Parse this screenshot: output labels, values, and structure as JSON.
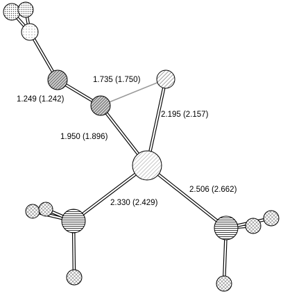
{
  "labels": {
    "bond_c_o": "1.249 (1.242)",
    "bond_c_x": "1.735 (1.750)",
    "bond_x_m": "2.195 (2.157)",
    "bond_c_m": "1.950 (1.896)",
    "bond_m_n1": "2.330 (2.429)",
    "bond_m_n2": "2.506 (2.662)"
  }
}
